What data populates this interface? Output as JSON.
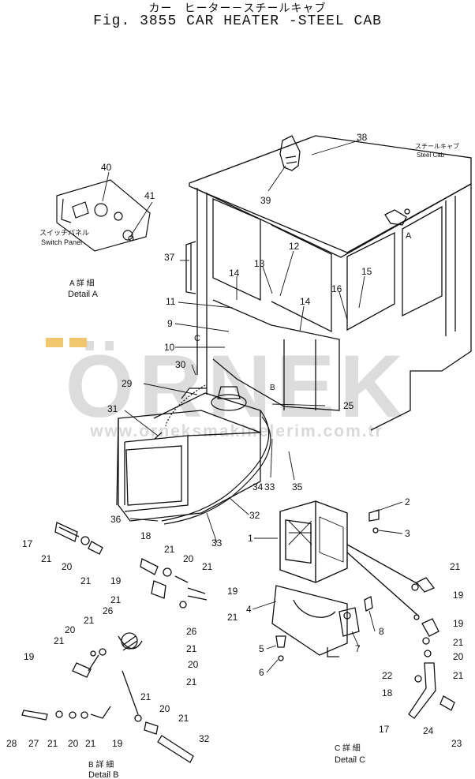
{
  "title_jp": "カー　ヒーター－スチールキャブ",
  "title_en": "Fig. 3855 CAR HEATER -STEEL CAB",
  "watermark": {
    "brand": "ÖRNEK",
    "site": "www.orneksmakinelerim.com.tr",
    "color": "#d9d9d9",
    "accent": "#f2c66d"
  },
  "captions": {
    "detail_a_jp": "A 詳 細",
    "detail_a_en": "Detail A",
    "detail_b_jp": "B 詳 細",
    "detail_b_en": "Detail B",
    "detail_c_jp": "C 詳 細",
    "detail_c_en": "Detail C",
    "switch_panel_jp": "スイッチパネル",
    "switch_panel_en": "Switch Panel",
    "steel_cab_jp": "スチールキャブ",
    "steel_cab_en": "Steel Cab",
    "ref_a": "A",
    "ref_b": "B",
    "ref_c": "C"
  },
  "callouts": {
    "c38": "38",
    "c39": "39",
    "c40": "40",
    "c41": "41",
    "c37": "37",
    "c13": "13",
    "c12": "12",
    "c14a": "14",
    "c14b": "14",
    "c16": "16",
    "c15": "15",
    "c11": "11",
    "c9": "9",
    "c10": "10",
    "c30": "30",
    "c29": "29",
    "c25": "25",
    "c31": "31",
    "c34": "34",
    "c33a": "33",
    "c35": "35",
    "c32a": "32",
    "c36": "36",
    "c33b": "33",
    "c2": "2",
    "c3": "3",
    "c1": "1",
    "c4": "4",
    "c5": "5",
    "c6": "6",
    "c7": "7",
    "c8": "8",
    "c17a": "17",
    "c21a": "21",
    "c20a": "20",
    "c21b": "21",
    "c18a": "18",
    "c21c": "21",
    "c20b": "20",
    "c21d": "21",
    "c19a": "19",
    "c19b": "19",
    "c21e": "21",
    "c21f": "21",
    "c26a": "26",
    "c20c": "20",
    "c21g": "21",
    "c19c": "19",
    "c26b": "26",
    "c21h": "21",
    "c20d": "20",
    "c21i": "21",
    "c21j": "21",
    "c20e": "20",
    "c21k": "21",
    "c28": "28",
    "c27": "27",
    "c21l": "21",
    "c20f": "20",
    "c21m": "21",
    "c19d": "19",
    "c32b": "32",
    "c21n": "21",
    "c19e": "19",
    "c19f": "19",
    "c21o": "21",
    "c20g": "20",
    "c21p": "21",
    "c21q": "21",
    "c22": "22",
    "c18b": "18",
    "c17b": "17",
    "c24": "24",
    "c23": "23"
  }
}
